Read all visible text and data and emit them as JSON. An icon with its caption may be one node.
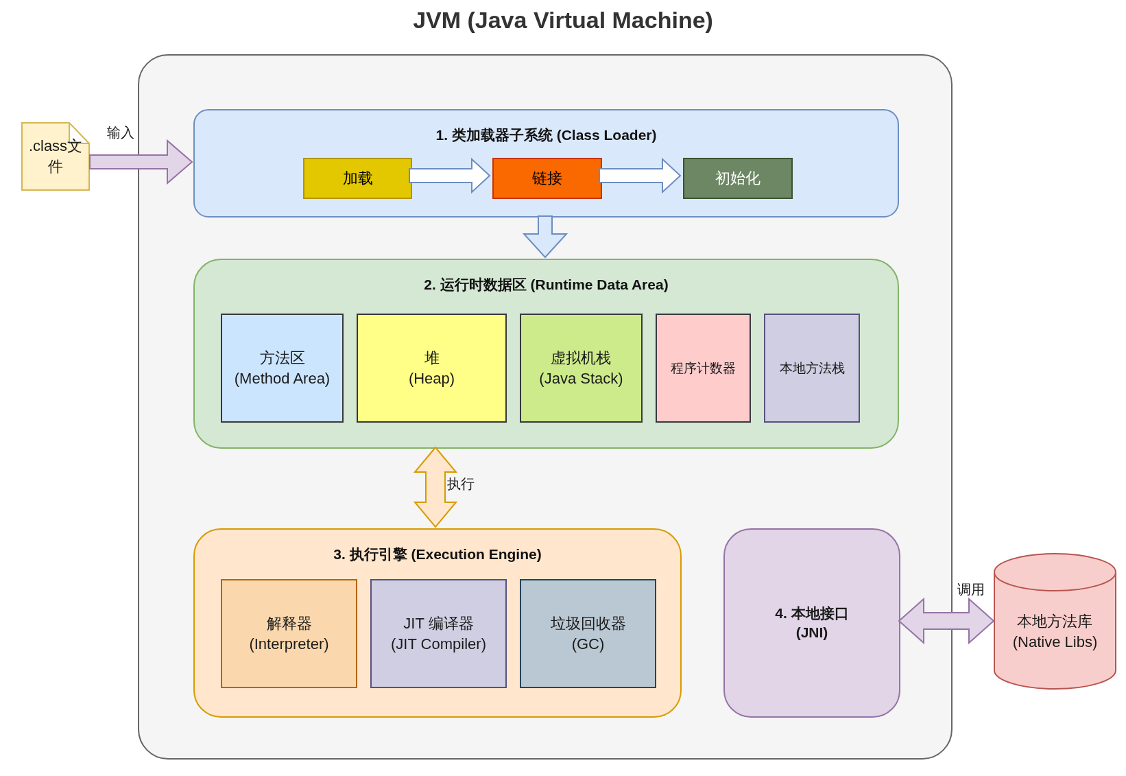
{
  "diagram": {
    "title": "JVM (Java Virtual Machine)",
    "nodes": [
      {
        "text": [],
        "shape": "box"
      },
      {
        "text": [
          ".class文件"
        ]
      },
      {
        "text": [
          "1. 类加载器子系统 (Class Loader)"
        ],
        "in": 0
      },
      {
        "text": [
          "加载"
        ],
        "in": 2
      },
      {
        "text": [
          "链接"
        ],
        "in": 2
      },
      {
        "text": [
          "初始化"
        ],
        "in": 2
      },
      {
        "text": [
          "2. 运行时数据区 (Runtime Data Area)"
        ],
        "in": 0
      },
      {
        "text": [
          "方法区 (Method Area)"
        ],
        "in": 6
      },
      {
        "text": [
          "堆 (Heap)"
        ],
        "in": 6
      },
      {
        "text": [
          "虚拟机栈 (Java Stack)"
        ],
        "in": 6
      },
      {
        "text": [
          "程序计数器"
        ],
        "in": 6
      },
      {
        "text": [
          "本地方法栈"
        ],
        "in": 6
      },
      {
        "text": [
          "3. 执行引擎 (Execution Engine)"
        ],
        "in": 0
      },
      {
        "text": [
          "解释器 (Interpreter)"
        ],
        "in": 12
      },
      {
        "text": [
          "JIT 编译器 (JIT Compiler)"
        ],
        "in": 12
      },
      {
        "text": [
          "垃圾回收器 (GC)"
        ],
        "in": 12
      },
      {
        "text": [
          "4. 本地接口 (JNI)"
        ],
        "in": 0
      },
      {
        "text": [
          "本地方法库 (Native Libs)"
        ]
      }
    ],
    "edges": [
      {
        "from": 1,
        "to": 2,
        "arrow": "to",
        "label": "输入",
        "color": "#9673a6"
      },
      {
        "from": 3,
        "to": 4,
        "arrow": "to"
      },
      {
        "from": 4,
        "to": 5,
        "arrow": "to"
      },
      {
        "from": 2,
        "to": 6,
        "arrow": "to"
      },
      {
        "from": 6,
        "to": 12,
        "arrow": "both",
        "label": "执行",
        "color": "#d79b00"
      },
      {
        "from": 16,
        "to": 17,
        "arrow": "both",
        "label": "调用",
        "color": "#9673a6"
      }
    ]
  }
}
